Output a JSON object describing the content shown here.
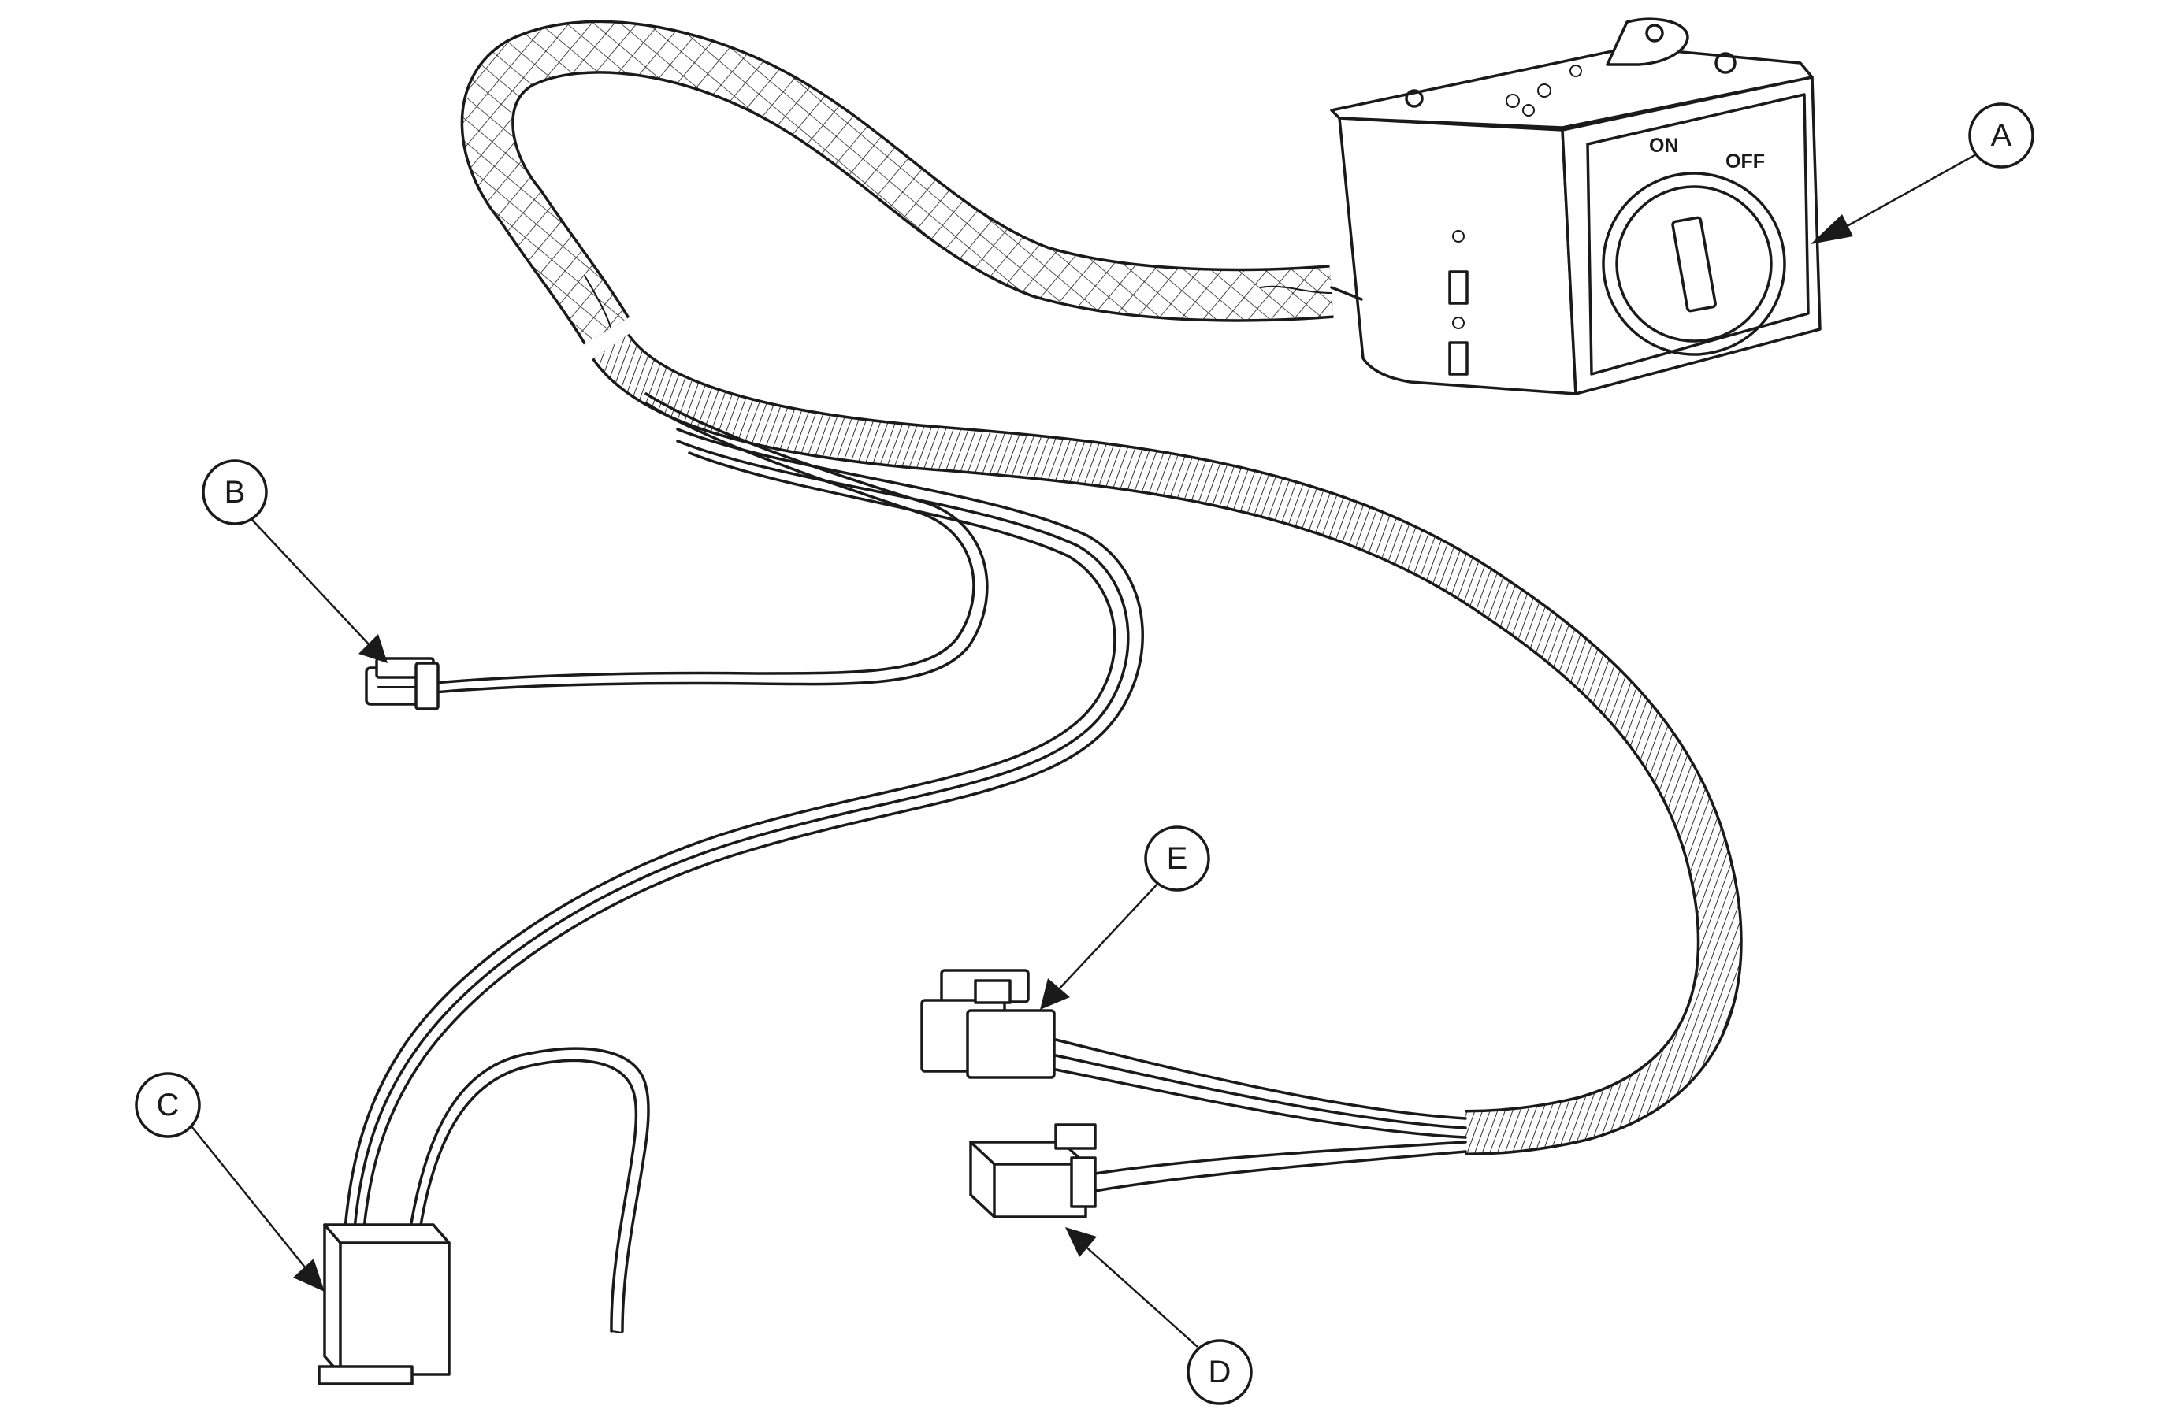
{
  "switch": {
    "on_label": "ON",
    "off_label": "OFF"
  },
  "callouts": {
    "a": "A",
    "b": "B",
    "c": "C",
    "d": "D",
    "e": "E"
  }
}
